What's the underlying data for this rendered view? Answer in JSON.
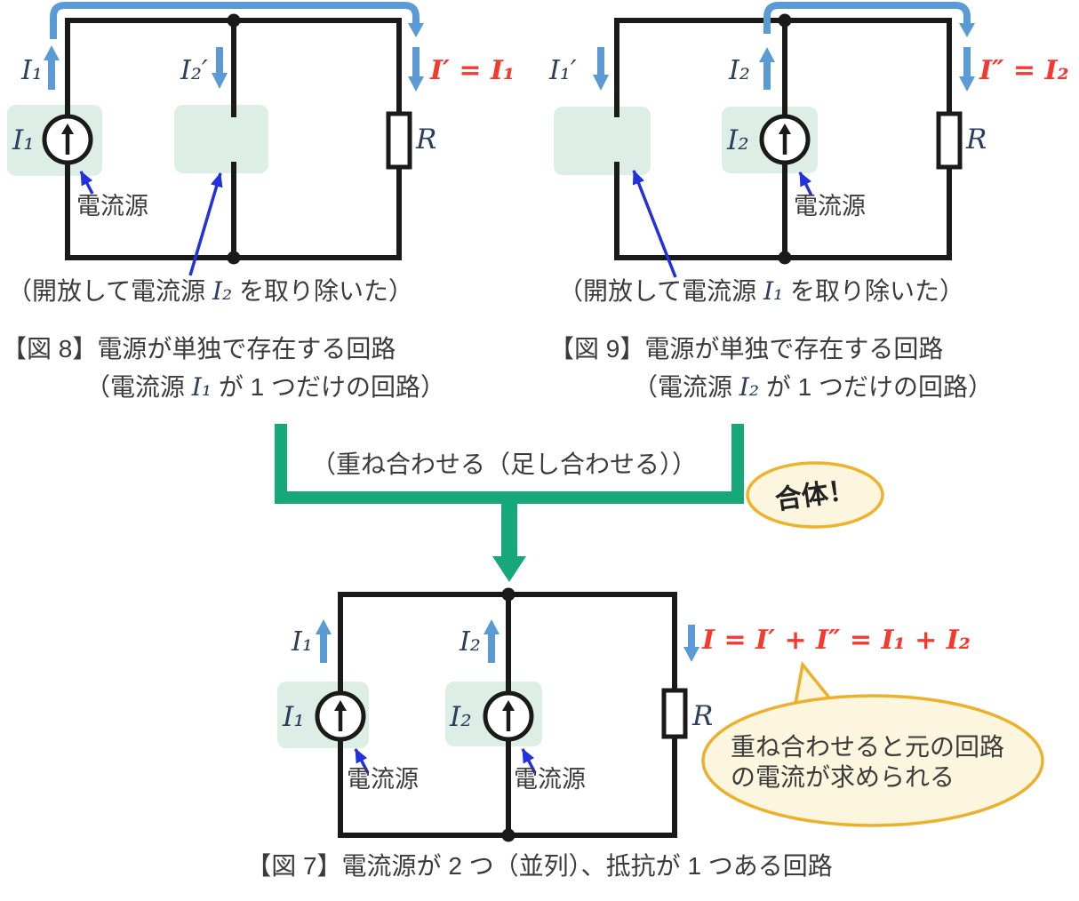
{
  "colors": {
    "wire": "#1a1a1a",
    "current_arrow_blue": "#5b9bd5",
    "annotation_arrow_blue": "#2230dd",
    "source_highlight_green": "#ddeee7",
    "merge_arrow_green": "#17a87a",
    "emphasis_red": "#f5392f",
    "bubble_border_orange": "#edb02c",
    "bubble_fill_cream": "#fbf6dd",
    "math_text_navy": "#2c3e5e",
    "body_text_gray": "#3b3b3b"
  },
  "fig8": {
    "arrow_label_i1": "I₁",
    "branch_label_i2": "I₂′",
    "output_label": "I′ = I₁",
    "source_value": "I₁",
    "resistor_label": "R",
    "source_name": "電流源",
    "caption_open": {
      "pre": "（開放して電流源 ",
      "math": "I₂",
      "post": " を取り除いた）"
    },
    "caption_title": "【図 8】電源が単独で存在する回路",
    "caption_sub": {
      "pre": "（電流源 ",
      "math": "I₁",
      "post": " が 1 つだけの回路）"
    }
  },
  "fig9": {
    "arrow_label_i2": "I₂",
    "branch_label_i1": "I₁′",
    "output_label": "I″ = I₂",
    "source_value": "I₂",
    "resistor_label": "R",
    "source_name": "電流源",
    "caption_open": {
      "pre": "（開放して電流源 ",
      "math": "I₁",
      "post": " を取り除いた）"
    },
    "caption_title": "【図 9】電源が単独で存在する回路",
    "caption_sub": {
      "pre": "（電流源 ",
      "math": "I₂",
      "post": " が 1 つだけの回路）"
    }
  },
  "merge": {
    "bracket_label": "（重ね合わせる（足し合わせる））",
    "badge_label": "合体！"
  },
  "fig7": {
    "arrow_label_i1": "I₁",
    "arrow_label_i2": "I₂",
    "output_label": "I = I′ + I″ = I₁ + I₂",
    "source1_value": "I₁",
    "source2_value": "I₂",
    "resistor_label": "R",
    "source1_name": "電流源",
    "source2_name": "電流源",
    "bubble_line1": "重ね合わせると元の回路",
    "bubble_line2": "の電流が求められる",
    "caption": "【図 7】電流源が 2 つ（並列）、抵抗が 1 つある回路"
  }
}
